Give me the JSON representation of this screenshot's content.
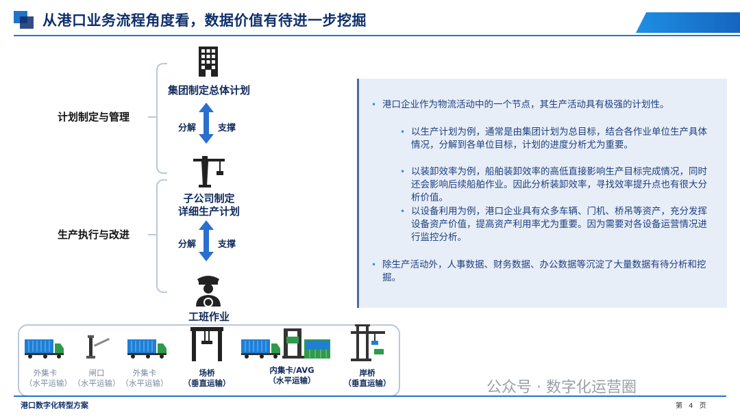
{
  "header": {
    "title": "从港口业务流程角度看，数据价值有待进一步挖掘"
  },
  "left": {
    "plan_label": "计划制定与管理",
    "exec_label": "生产执行与改进",
    "nodes": {
      "group": "集团制定总体计划",
      "sub_line1": "子公司制定",
      "sub_line2": "详细生产计划",
      "crew": "工班作业"
    },
    "arrows": {
      "a1_left": "分解",
      "a1_right": "支撑",
      "a2_left": "分解",
      "a2_right": "支撑"
    }
  },
  "panel": {
    "b1": "港口企业作为物流活动中的一个节点，其生产活动具有极强的计划性。",
    "s1": "以生产计划为例，通常是由集团计划为总目标，结合各作业单位生产具体情况，分解到各单位目标，计划的进度分析尤为重要。",
    "s2": "以装卸效率为例，船舶装卸效率的高低直接影响生产目标完成情况，同时还会影响后续船舶作业。因此分析装卸效率，寻找效率提升点也有很大分析价值。",
    "s3": "以设备利用为例，港口企业具有众多车辆、门机、桥吊等资产，充分发挥设备资产价值，提高资产利用率尤为重要。因为需要对各设备运营情况进行监控分析。",
    "b2": "除生产活动外，人事数据、财务数据、办公数据等沉淀了大量数据有待分析和挖掘。"
  },
  "bottom": {
    "items": [
      {
        "l1": "外集卡",
        "l2": "（水平运输）"
      },
      {
        "l1": "闸口",
        "l2": "（水平运输）"
      },
      {
        "l1": "外集卡",
        "l2": "（水平运输）"
      },
      {
        "l1": "场桥",
        "l2": "（垂直运输）"
      },
      {
        "l1": "内集卡/AVG",
        "l2": "（水平运输）"
      },
      {
        "l1": "岸桥",
        "l2": "（垂直运输）"
      }
    ]
  },
  "footer": {
    "text": "港口数字化转型方案",
    "page": "第 4 页"
  },
  "watermark": "公众号 · 数字化运营圈",
  "colors": {
    "primary": "#0e2f6b",
    "accent": "#1f74c9",
    "panel": "#e8eef8"
  }
}
